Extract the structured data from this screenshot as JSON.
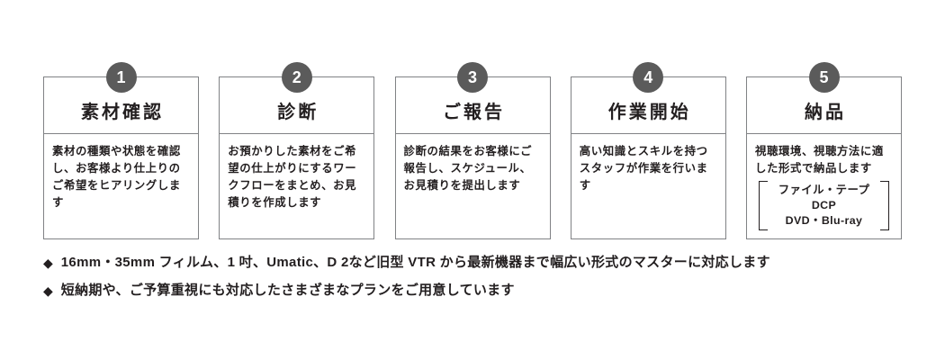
{
  "steps": [
    {
      "number": "1",
      "title": "素材確認",
      "description": "素材の種類や状態を確認し、お客様より仕上りのご希望をヒアリングします"
    },
    {
      "number": "2",
      "title": "診断",
      "description": "お預かりした素材をご希望の仕上がりにするワークフローをまとめ、お見積りを作成します"
    },
    {
      "number": "3",
      "title": "ご報告",
      "description": "診断の結果をお客様にご報告し、スケジュール、お見積りを提出します"
    },
    {
      "number": "4",
      "title": "作業開始",
      "description": "高い知識とスキルを持つスタッフが作業を行います"
    },
    {
      "number": "5",
      "title": "納品",
      "description": "視聴環境、視聴方法に適した形式で納品します",
      "formats": [
        "ファイル・テープ",
        "DCP",
        "DVD・Blu-ray"
      ]
    }
  ],
  "notes": {
    "bullet": "◆",
    "lines": [
      "16mm・35mm フィルム、1 吋、Umatic、D 2など旧型 VTR から最新機器まで幅広い形式のマスターに対応します",
      "短納期や、ご予算重視にも対応したさまざまなプランをご用意しています"
    ]
  },
  "colors": {
    "badge": "#5b5b5b",
    "border": "#808285",
    "text": "#231f20",
    "background": "#ffffff"
  }
}
